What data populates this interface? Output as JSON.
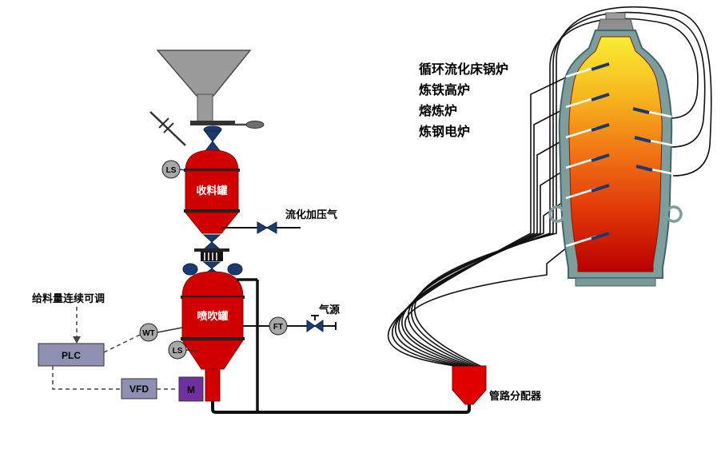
{
  "diagram": {
    "applications": [
      "循环流化床锅炉",
      "炼铁高炉",
      "熔炼炉",
      "炼钢电炉"
    ],
    "labels": {
      "receiving_tank": "收料罐",
      "injection_tank": "喷吹罐",
      "fluidizing_gas": "流化加压气",
      "gas_source": "气源",
      "feed_note": "给料量连续可调",
      "distributor": "管路分配器"
    },
    "instruments": {
      "ls_top": "LS",
      "ls_bottom": "LS",
      "wt": "WT",
      "ft": "FT",
      "plc": "PLC",
      "vfd": "VFD",
      "motor": "M"
    },
    "colors": {
      "vessel_red": "#D10000",
      "valve_navy": "#1D3A6E",
      "distributor_red": "#E00000",
      "furnace_shell": "#7E9E9E",
      "melt_top": "#F8EC33",
      "melt_bottom": "#B80000",
      "instrument_gray": "#A8A8A8",
      "controller_gray": "#8F8FB1",
      "motor_purple": "#7030A0"
    }
  }
}
